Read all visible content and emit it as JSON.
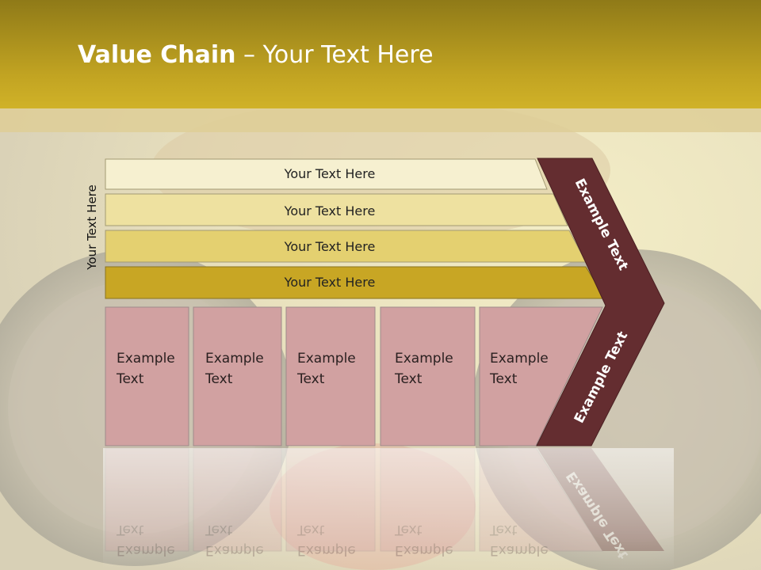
{
  "slide": {
    "title_bold": "Value Chain",
    "title_rest": " – Your Text Here",
    "side_label": "Your Text Here"
  },
  "bars": [
    {
      "label": "Your Text Here",
      "fill": "#f6f0d0"
    },
    {
      "label": "Your Text Here",
      "fill": "#eee1a0"
    },
    {
      "label": "Your Text Here",
      "fill": "#e4d070"
    },
    {
      "label": "Your Text Here",
      "fill": "#c8a624"
    }
  ],
  "boxes": [
    {
      "line1": "Example",
      "line2": "Text"
    },
    {
      "line1": "Example",
      "line2": "Text"
    },
    {
      "line1": "Example",
      "line2": "Text"
    },
    {
      "line1": "Example",
      "line2": "Text"
    },
    {
      "line1": "Example",
      "line2": "Text"
    }
  ],
  "chevron": {
    "upper_label": "Example Text",
    "lower_label": "Example Text",
    "fill": "#642d30"
  },
  "colors": {
    "header": "#c2a422",
    "box_fill": "#d1a1a1",
    "box_stroke": "#9e8a8a"
  }
}
